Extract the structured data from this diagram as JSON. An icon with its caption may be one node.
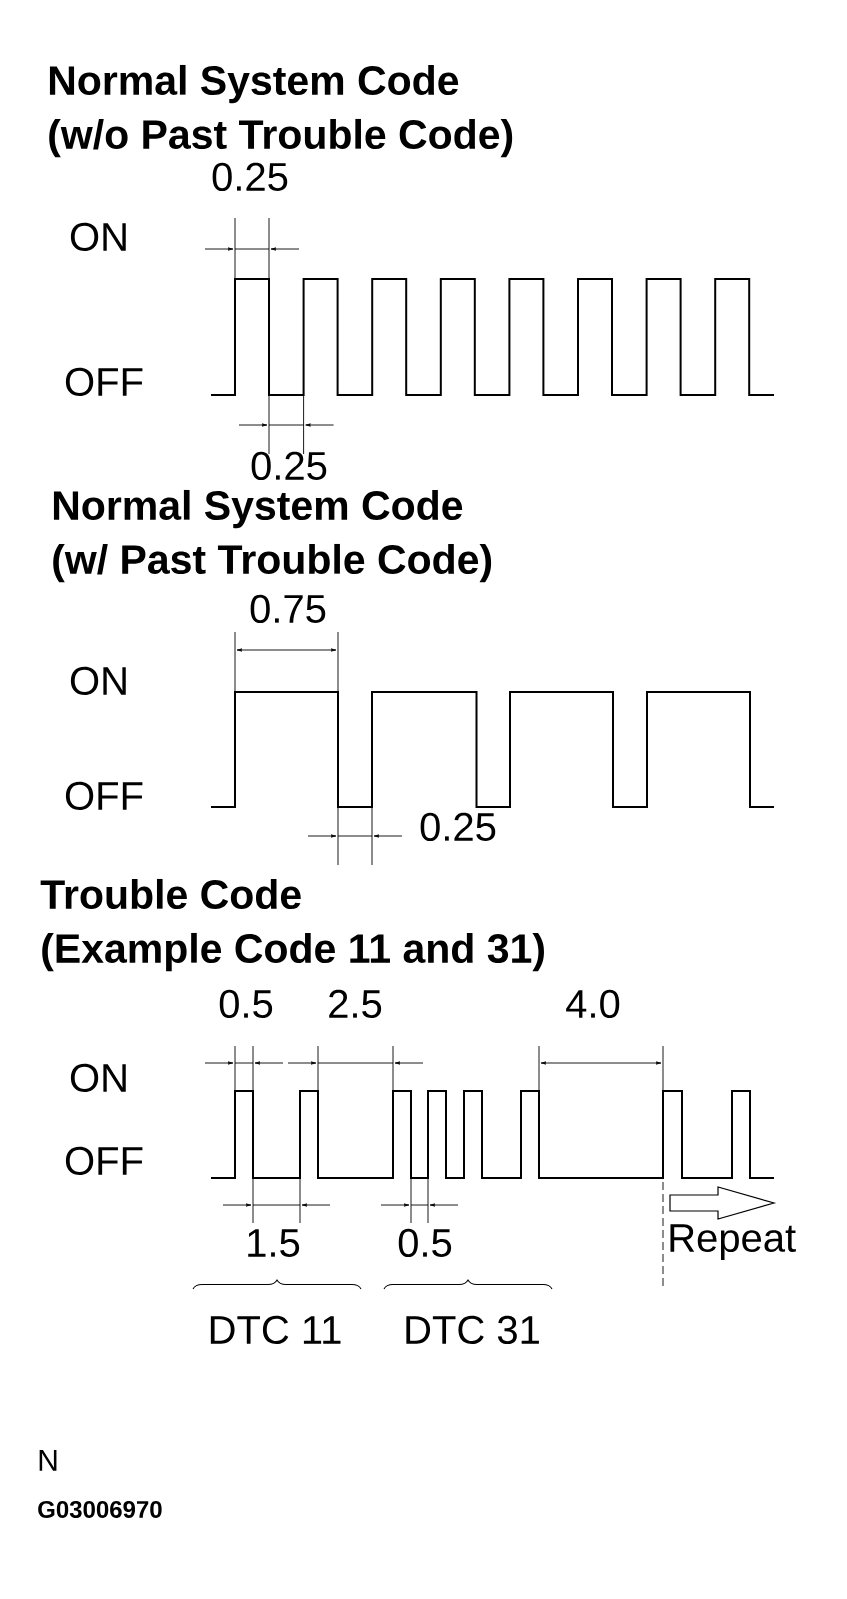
{
  "diagram": {
    "labels": [
      "Normal System Code",
      "(w/o Past Trouble Code)",
      "0.25",
      "ON",
      "OFF",
      "0.25",
      "Normal System Code",
      "(w/ Past Trouble Code)",
      "0.75",
      "ON",
      "OFF",
      "0.25",
      "Trouble Code",
      "(Example Code 11 and 31)",
      "0.5",
      "2.5",
      "4.0",
      "ON",
      "OFF",
      "1.5",
      "0.5",
      "Repeat",
      "DTC 11",
      "DTC 31",
      "N",
      "G03006970"
    ]
  }
}
